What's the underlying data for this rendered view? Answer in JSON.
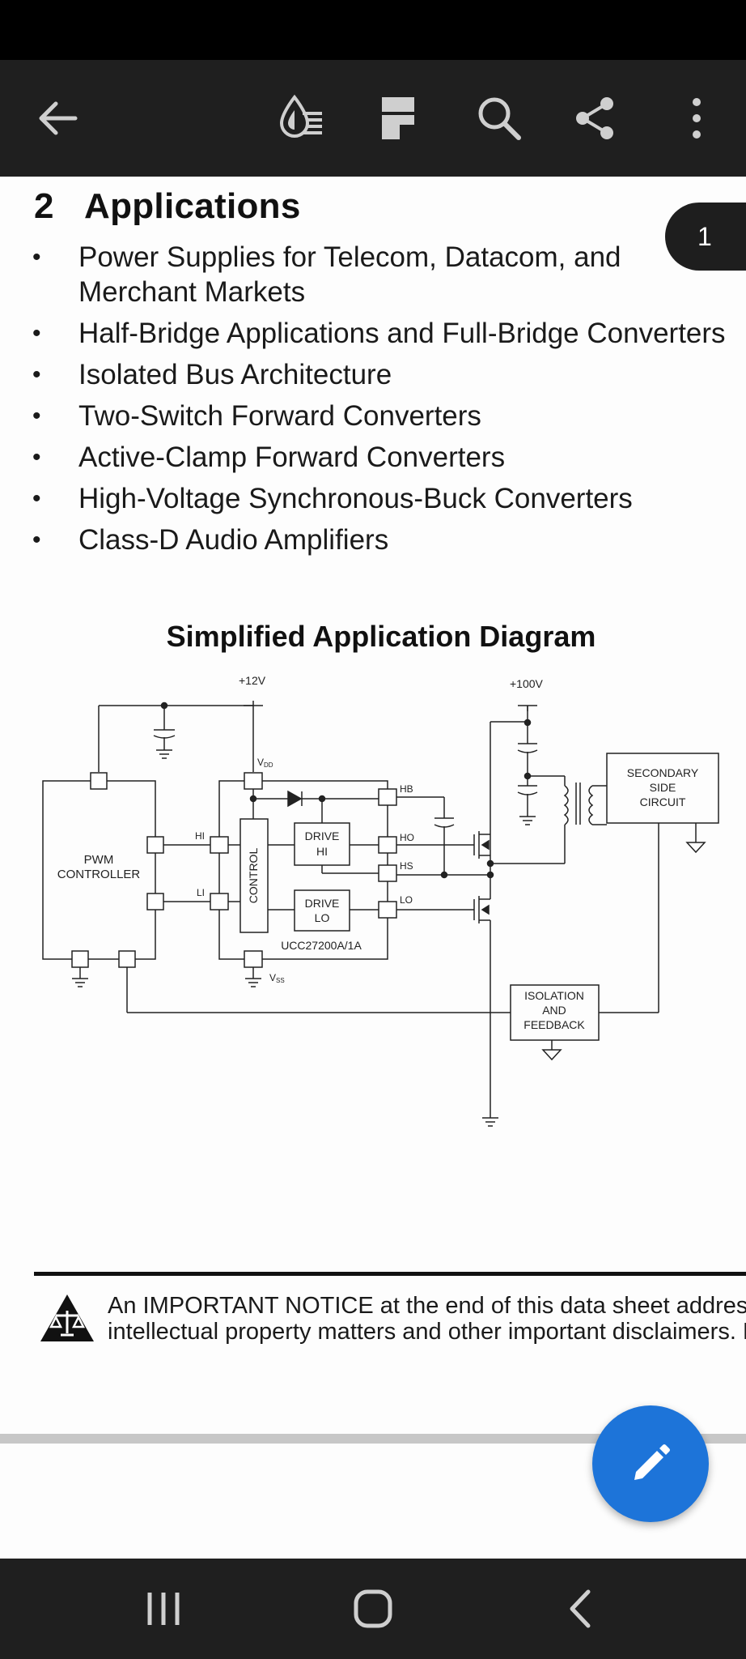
{
  "toolbar": {
    "icons": [
      "back-arrow-icon",
      "reading-mode-icon",
      "page-layout-icon",
      "search-icon",
      "share-icon",
      "more-vert-icon"
    ]
  },
  "document": {
    "section_number": "2",
    "section_title": "Applications",
    "bullet_char": "•",
    "bullets": [
      "Power Supplies for Telecom, Datacom, and Merchant Markets",
      "Half-Bridge Applications and Full-Bridge Converters",
      "Isolated Bus Architecture",
      "Two-Switch Forward Converters",
      "Active-Clamp Forward Converters",
      "High-Voltage Synchronous-Buck Converters",
      "Class-D Audio Amplifiers"
    ],
    "diagram_title": "Simplified Application Diagram",
    "diagram": {
      "v12": "+12V",
      "v100": "+100V",
      "vdd": "V",
      "vdd_sub": "DD",
      "vss": "V",
      "vss_sub": "SS",
      "pwm_line1": "PWM",
      "pwm_line2": "CONTROLLER",
      "hi": "HI",
      "li": "LI",
      "control": "CONTROL",
      "drive_hi_1": "DRIVE",
      "drive_hi_2": "HI",
      "drive_lo_1": "DRIVE",
      "drive_lo_2": "LO",
      "hb": "HB",
      "ho": "HO",
      "hs": "HS",
      "lo": "LO",
      "chip": "UCC27200A/1A",
      "sec_1": "SECONDARY",
      "sec_2": "SIDE",
      "sec_3": "CIRCUIT",
      "iso_1": "ISOLATION",
      "iso_2": "AND",
      "iso_3": "FEEDBACK"
    },
    "notice_line1": "An IMPORTANT NOTICE at the end of this data sheet addresses availability, warranty, changes, use in safety-critical applications,",
    "notice_line2": "intellectual property matters and other important disclaimers. PRODUCTION DATA."
  },
  "page_badge": "1",
  "fab": {
    "icon": "edit-pencil-icon"
  },
  "navbar": {
    "icons": [
      "recent-apps-icon",
      "home-icon",
      "back-icon"
    ]
  },
  "colors": {
    "toolbar": "#1f1f1f",
    "fab": "#1d74d9",
    "status": "#000000"
  }
}
